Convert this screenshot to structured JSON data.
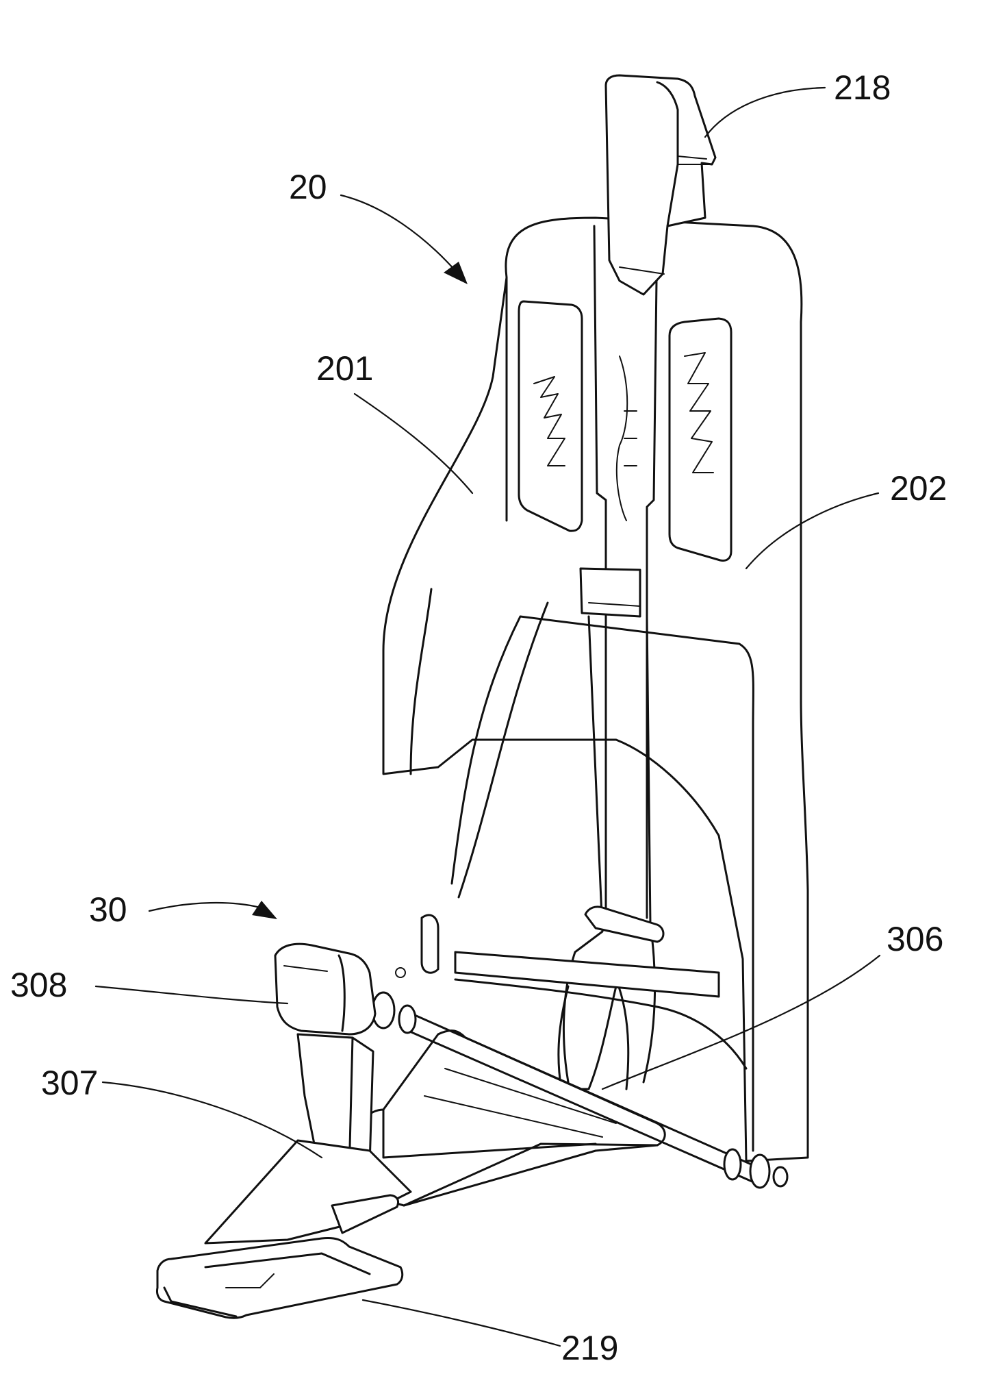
{
  "labels": {
    "l218": "218",
    "l20": "20",
    "l201": "201",
    "l202": "202",
    "l30": "30",
    "l306": "306",
    "l308": "308",
    "l307": "307",
    "l219": "219"
  }
}
